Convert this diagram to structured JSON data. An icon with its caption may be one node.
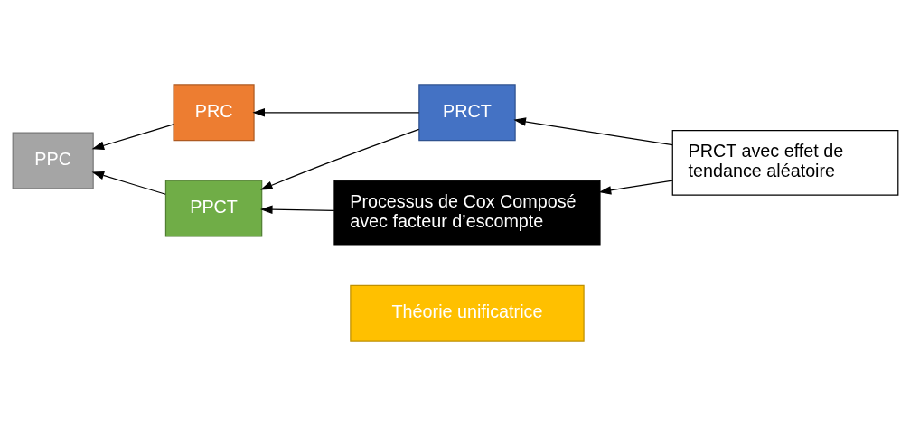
{
  "diagram": {
    "nodes": [
      {
        "text": [
          "Théorie unificatrice"
        ]
      },
      {
        "text": [
          "PRC"
        ]
      },
      {
        "text": [
          "PRCT avec effet de tendance aléatoire"
        ]
      },
      {
        "text": [
          "PPC"
        ]
      },
      {
        "text": [
          "PRCT"
        ]
      },
      {
        "text": [
          "PPCT"
        ]
      },
      {
        "text": [
          "Processus de Cox Composé avec facteur d’escompte"
        ]
      }
    ],
    "edges": [
      {
        "from": 1,
        "to": 3,
        "arrow": "to"
      },
      {
        "from": 5,
        "to": 3,
        "arrow": "to"
      },
      {
        "from": 4,
        "to": 1,
        "arrow": "to"
      },
      {
        "from": 4,
        "to": 5,
        "arrow": "to"
      },
      {
        "from": 2,
        "to": 4,
        "arrow": "to"
      },
      {
        "from": 2,
        "to": 6,
        "arrow": "to"
      },
      {
        "from": 6,
        "to": 5,
        "arrow": "to"
      }
    ]
  }
}
